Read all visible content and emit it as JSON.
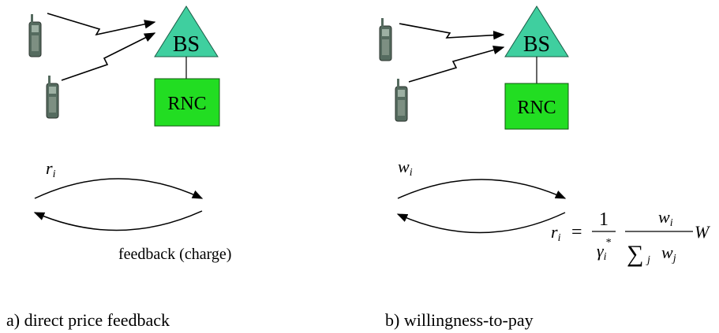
{
  "panels": [
    {
      "base_station_label": "BS",
      "controller_label": "RNC",
      "forward_label": "r",
      "forward_label_sub": "i",
      "feedback_label": "feedback (charge)",
      "caption": "a) direct price feedback"
    },
    {
      "base_station_label": "BS",
      "controller_label": "RNC",
      "forward_label": "w",
      "forward_label_sub": "i",
      "formula": {
        "lhs": "r",
        "lhs_sub": "i",
        "equals": "=",
        "frac1_num": "1",
        "frac1_den": "γ",
        "frac1_den_sub": "i",
        "frac1_den_sup": "*",
        "frac2_num": "w",
        "frac2_num_sub": "i",
        "frac2_den_sum": "∑",
        "frac2_den_sum_sub": "j",
        "frac2_den_var": "w",
        "frac2_den_var_sub": "j",
        "factor": "W"
      },
      "caption": "b) willingness-to-pay"
    }
  ],
  "colors": {
    "base_station_fill": "#3fcf9f",
    "controller_fill": "#22dd22",
    "phone_body": "#556b5f",
    "line": "#000000"
  },
  "icons": [
    "mobile-phone-icon",
    "base-station-icon",
    "radio-link-icon"
  ]
}
